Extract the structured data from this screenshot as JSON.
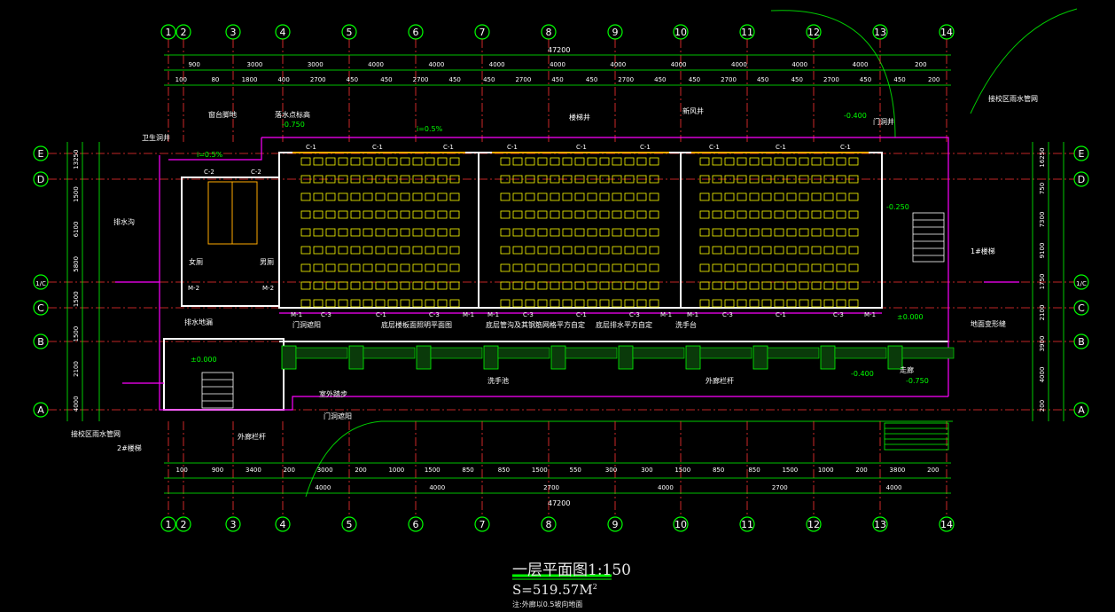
{
  "grid": {
    "columns": [
      "1",
      "2",
      "3",
      "4",
      "5",
      "6",
      "7",
      "8",
      "9",
      "10",
      "11",
      "12",
      "13",
      "14"
    ],
    "rows": [
      "A",
      "B",
      "C",
      "1/C",
      "D",
      "E"
    ]
  },
  "dimensions": {
    "total_length": "47200",
    "top_row1": [
      "900",
      "3000",
      "3000",
      "4000",
      "4000",
      "4000",
      "4000",
      "4000",
      "4000",
      "4000",
      "4000",
      "4000",
      "200"
    ],
    "top_row2": [
      "100",
      "80",
      "1800",
      "400",
      "2700",
      "450",
      "450",
      "2700",
      "450",
      "450",
      "2700",
      "450",
      "450",
      "2700",
      "450",
      "450",
      "2700",
      "450",
      "450",
      "2700",
      "450",
      "450",
      "200"
    ],
    "bottom_row1": [
      "100",
      "900",
      "3400",
      "200",
      "3000",
      "200",
      "1000",
      "1500",
      "850",
      "850",
      "1500",
      "550",
      "300",
      "300",
      "1500",
      "850",
      "850",
      "1500",
      "1000",
      "200",
      "3800",
      "200"
    ],
    "bottom_row2": [
      "4000",
      "4000",
      "2700",
      "4000",
      "2700",
      "4000"
    ],
    "left_side": [
      "13250",
      "1500",
      "6100",
      "5800",
      "1500",
      "1500",
      "2100",
      "4000"
    ],
    "right_side": [
      "16250",
      "750",
      "7300",
      "9100",
      "1750",
      "2100",
      "3900",
      "4000",
      "200"
    ]
  },
  "labels": {
    "toilet_well": "卫生洞井",
    "window_ground": "窗台脚地",
    "rain_outlet": "落水点标高",
    "slope1": "i=0.5%",
    "slope2": "i=0.5%",
    "stair_well": "楼梯井",
    "vent": "新风井",
    "downpipe": "接校区雨水管网",
    "drain_line": "排水沟",
    "door_cover": "门洞井",
    "women": "女厕",
    "men": "男厕",
    "floor_drain": "排水地漏",
    "mezz_left": "底层楼板面照明平面图",
    "mezz_mid": "底层管沟及其钢筋网格平方自定",
    "mezz_right": "底层排水平方自定",
    "door_cover2": "门洞遮阳",
    "outer_frame": "外廊栏杆",
    "entry": "室外踏步",
    "ground": "地面变形缝",
    "stairs1": "1#楼梯",
    "stairs2": "2#楼梯",
    "corridor": "走廊",
    "elev_pos": "±0.000",
    "elev_neg1": "-0.750",
    "elev_neg2": "-0.400",
    "elev_neg3": "-0.250",
    "elev_neg4": "-0.400",
    "elev_neg5": "-0.750",
    "window_c1": "C-1",
    "window_c2": "C-2",
    "window_c3": "C-3",
    "door_m1": "M-1",
    "door_m2": "M-2",
    "water": "洗手池",
    "hand_basin": "洗手台",
    "pos1": "5",
    "pos2": "2",
    "pos3": "4",
    "pos4": "1"
  },
  "title": {
    "main": "一层平面图",
    "scale": "1:150",
    "area": "S=519.57M",
    "area_sup": "2",
    "note": "注:外廊以0.5坡向地面"
  },
  "colors": {
    "grid_circle": "#00ff00",
    "axis": "#ff3333",
    "wall": "#ffffff",
    "purple": "#ff00ff",
    "yellow": "#ffff00",
    "dim": "#ffffff",
    "green_text": "#00ff00"
  }
}
